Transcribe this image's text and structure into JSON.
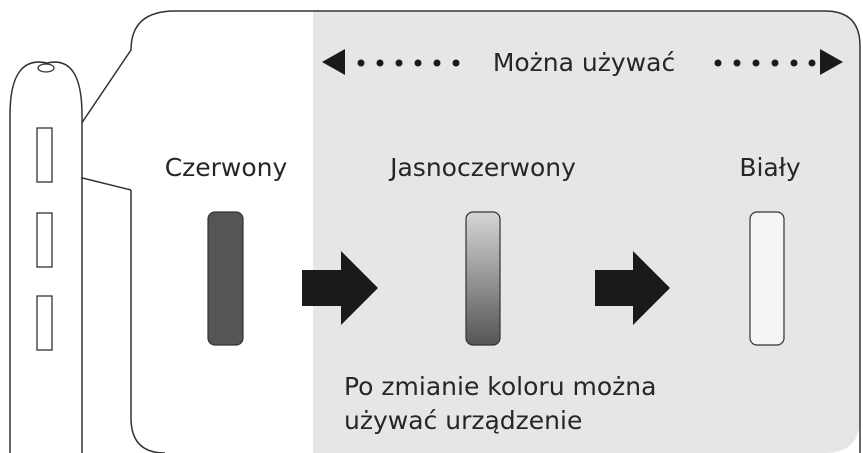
{
  "header_range": {
    "label": "Można używać"
  },
  "stages": [
    {
      "label": "Czerwony",
      "fill": "#555555"
    },
    {
      "label": "Jasnoczerwony",
      "fill_top": "#d6d6d6",
      "fill_bottom": "#555555"
    },
    {
      "label": "Biały",
      "fill": "#f5f5f5"
    }
  ],
  "note": {
    "line1": "Po zmianie koloru można",
    "line2": "używać urządzenie"
  },
  "colors": {
    "usable_zone": "#e6e6e6",
    "outline": "#333333",
    "arrow": "#1a1a1a"
  }
}
